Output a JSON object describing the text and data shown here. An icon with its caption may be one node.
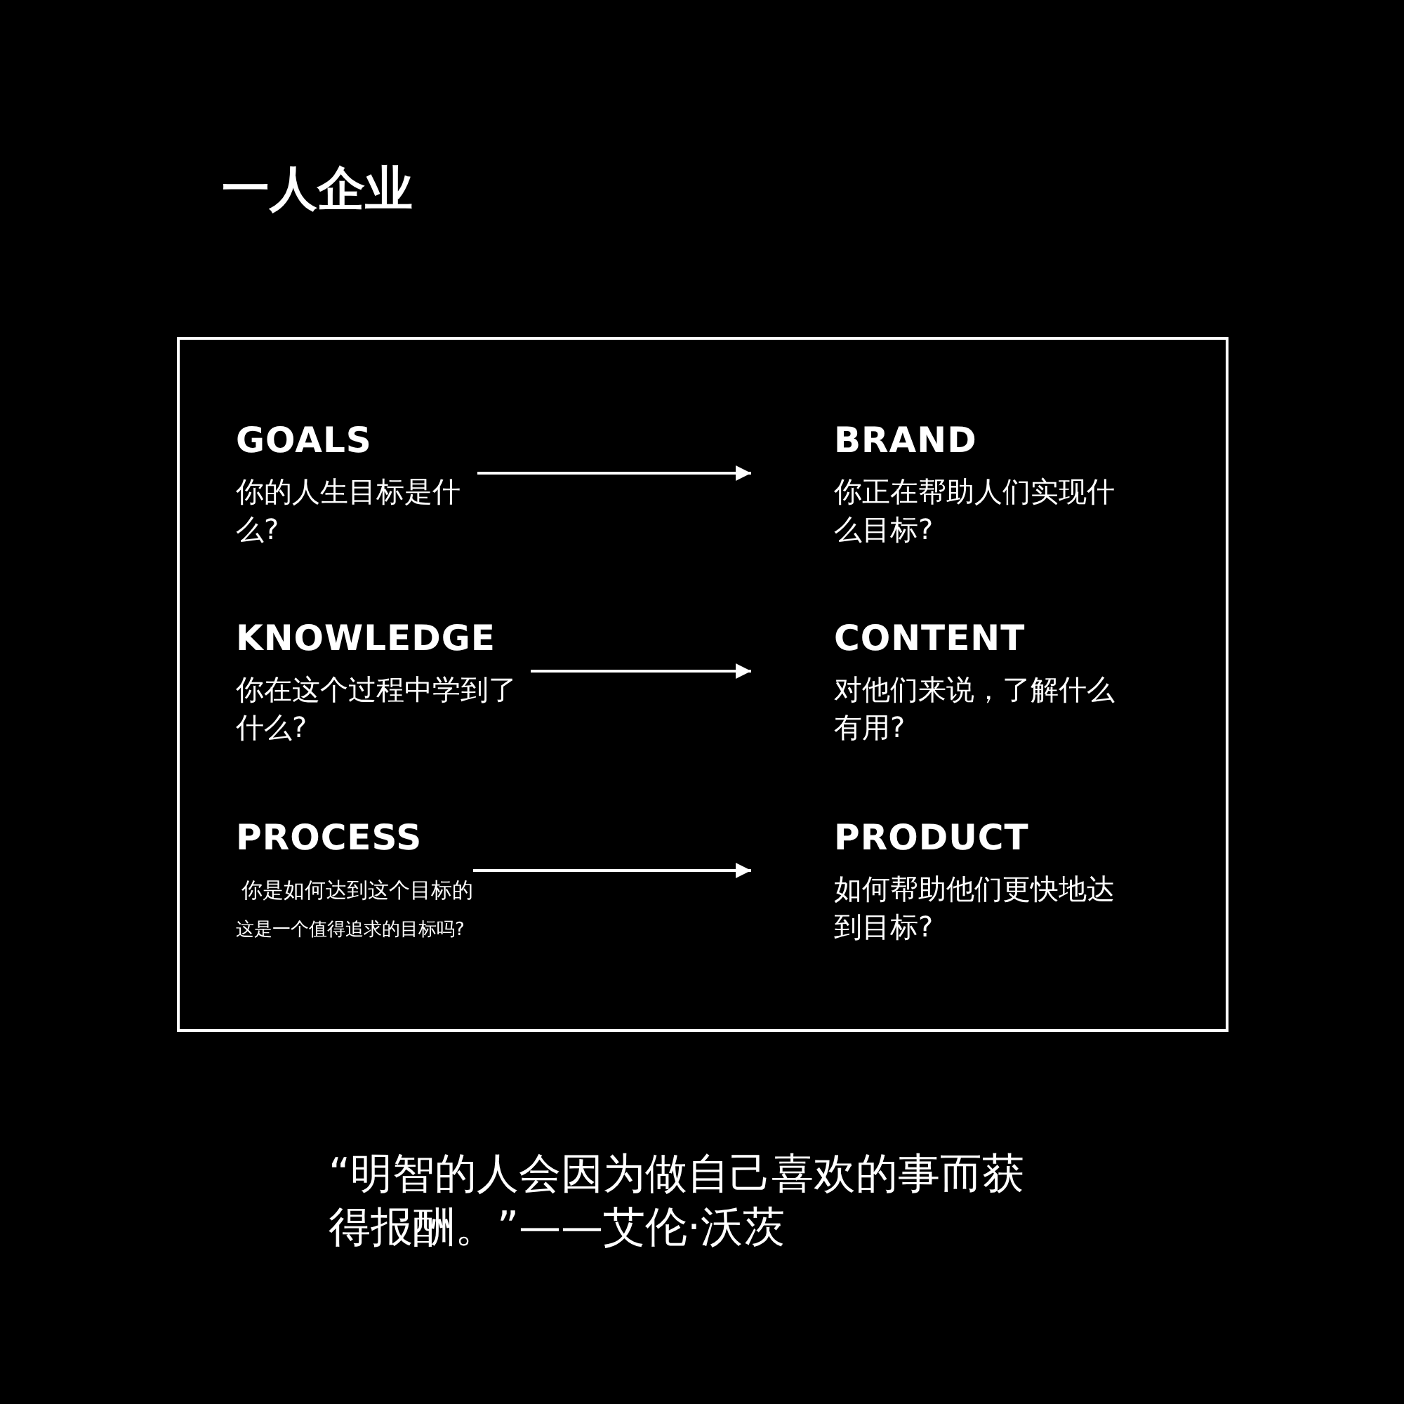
{
  "diagram": {
    "title": "一人企业",
    "nodes": [
      {
        "text": [],
        "shape": "box"
      },
      {
        "text": [
          "GOALS",
          "你的人生目标是什么?"
        ],
        "in": 0
      },
      {
        "text": [
          "BRAND",
          "你正在帮助人们实现什么目标?"
        ],
        "in": 0
      },
      {
        "text": [
          "KNOWLEDGE",
          "你在这个过程中学到了什么?"
        ],
        "in": 0
      },
      {
        "text": [
          "CONTENT",
          "对他们来说，了解什么有用?"
        ],
        "in": 0
      },
      {
        "text": [
          "PROCESS",
          "你是如何达到这个目标的",
          "这是一个值得追求的目标吗?"
        ],
        "in": 0
      },
      {
        "text": [
          "PRODUCT",
          "如何帮助他们更快地达到目标?"
        ],
        "in": 0
      }
    ],
    "edges": [
      {
        "from": 1,
        "to": 2,
        "arrow": "to"
      },
      {
        "from": 3,
        "to": 4,
        "arrow": "to"
      },
      {
        "from": 5,
        "to": 6,
        "arrow": "to"
      }
    ],
    "labels": [
      "“明智的人会因为做自己喜欢的事而获得报酬。”——艾伦·沃茨"
    ]
  }
}
